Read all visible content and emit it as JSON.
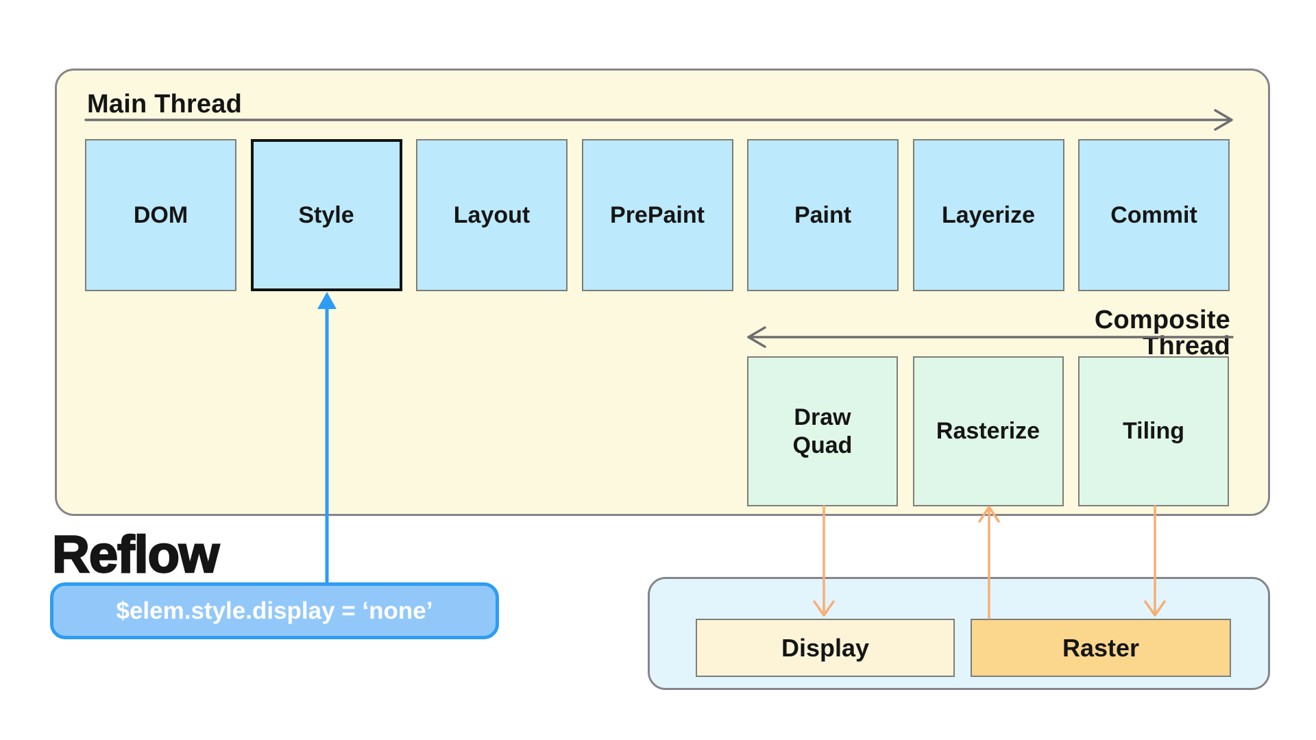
{
  "colors": {
    "bg_page": "#ffffff",
    "panel_yellow": "#fcf9df",
    "panel_border": "#85858a",
    "box_blue": "#bce9fb",
    "box_border": "#7d7d78",
    "highlight_border": "#121212",
    "box_green": "#dff7e8",
    "panel_cyan": "#e2f5fc",
    "box_cream": "#fdf4d8",
    "box_amber": "#fbd68d",
    "arrow_gray": "#6e6e6e",
    "arrow_orange": "#f8ae74",
    "accent_blue": "#2d9cf4",
    "code_fill": "#92c8f9",
    "text_dark": "#151515",
    "code_text": "#ffffff"
  },
  "main_thread": {
    "title": "Main Thread",
    "direction": "left-to-right",
    "highlighted_stage": "Style",
    "stages": [
      {
        "label": "DOM",
        "highlighted": false
      },
      {
        "label": "Style",
        "highlighted": true
      },
      {
        "label": "Layout",
        "highlighted": false
      },
      {
        "label": "PrePaint",
        "highlighted": false
      },
      {
        "label": "Paint",
        "highlighted": false
      },
      {
        "label": "Layerize",
        "highlighted": false
      },
      {
        "label": "Commit",
        "highlighted": false
      }
    ]
  },
  "composite_thread": {
    "title": "Composite Thread",
    "direction": "right-to-left",
    "stages": [
      {
        "label": "Draw Quad"
      },
      {
        "label": "Rasterize"
      },
      {
        "label": "Tiling"
      }
    ]
  },
  "reflow": {
    "title": "Reflow",
    "code": "$elem.style.display = ‘none’",
    "points_to": "Style"
  },
  "gpu_panel": {
    "boxes": [
      {
        "label": "Display"
      },
      {
        "label": "Raster"
      }
    ]
  },
  "arrows": [
    {
      "name": "main-thread-arrow",
      "from": "Main Thread label",
      "to": "right edge",
      "style": "gray right chevron"
    },
    {
      "name": "composite-thread-arrow",
      "from": "right edge",
      "to": "Draw Quad",
      "style": "gray left chevron"
    },
    {
      "name": "reflow-cause-arrow",
      "from": "code chip",
      "to": "Style",
      "style": "blue filled triangle up"
    },
    {
      "name": "drawquad-to-display-arrow",
      "from": "Draw Quad",
      "to": "Display",
      "style": "orange down chevron"
    },
    {
      "name": "raster-to-rasterize-arrow",
      "from": "Raster",
      "to": "Rasterize",
      "style": "orange up chevron"
    },
    {
      "name": "tiling-to-raster-arrow",
      "from": "Tiling",
      "to": "Raster",
      "style": "orange down chevron"
    }
  ]
}
